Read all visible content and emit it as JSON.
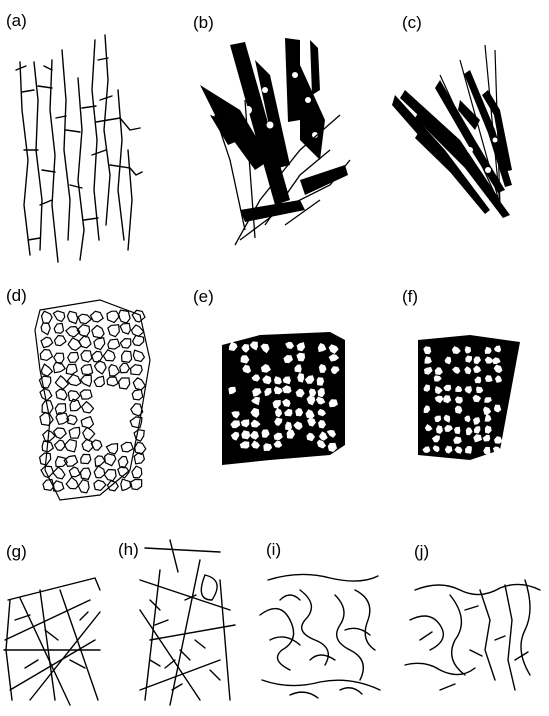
{
  "panels": [
    {
      "id": "a",
      "label": "(a)",
      "pattern": "fracture-lines"
    },
    {
      "id": "b",
      "label": "(b)",
      "pattern": "feather-branching-dark"
    },
    {
      "id": "c",
      "label": "(c)",
      "pattern": "fan-branching-dark"
    },
    {
      "id": "d",
      "label": "(d)",
      "pattern": "polygonal-network-outline"
    },
    {
      "id": "e",
      "label": "(e)",
      "pattern": "polygonal-network-filled"
    },
    {
      "id": "f",
      "label": "(f)",
      "pattern": "polygonal-network-filled-skewed"
    },
    {
      "id": "g",
      "label": "(g)",
      "pattern": "crossing-lines"
    },
    {
      "id": "h",
      "label": "(h)",
      "pattern": "crossing-lines-with-ticks"
    },
    {
      "id": "i",
      "label": "(i)",
      "pattern": "meandering-network"
    },
    {
      "id": "j",
      "label": "(j)",
      "pattern": "dendritic-meandering-network"
    }
  ],
  "colors": {
    "ink": "#000000",
    "paper": "#ffffff"
  }
}
